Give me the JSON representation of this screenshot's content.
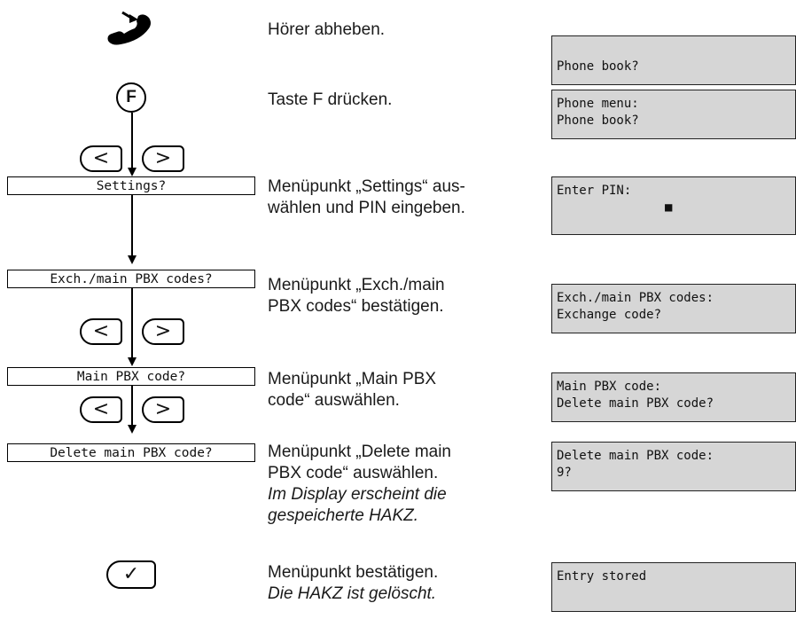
{
  "steps": [
    {
      "text": "Hörer abheben."
    },
    {
      "text": "Taste F drücken."
    },
    {
      "line1": "Menüpunkt „Settings“ aus-",
      "line2": "wählen und PIN eingeben."
    },
    {
      "line1": "Menüpunkt „Exch./main",
      "line2": "PBX codes“ bestätigen."
    },
    {
      "line1": "Menüpunkt „Main PBX",
      "line2": "code“ auswählen."
    },
    {
      "line1": "Menüpunkt „Delete main",
      "line2": "PBX code“ auswählen.",
      "line3": "Im Display erscheint die",
      "line4": "gespeicherte HAKZ."
    },
    {
      "line1": "Menüpunkt bestätigen.",
      "line2": "Die HAKZ ist gelöscht."
    }
  ],
  "menu": {
    "settings": "Settings?",
    "exch": "Exch./main PBX codes?",
    "main_pbx": "Main PBX code?",
    "delete": "Delete main PBX code?"
  },
  "keys": {
    "f": "F",
    "left": "<",
    "right": ">",
    "ok": "✓"
  },
  "displays": [
    {
      "line1": "",
      "line2": "Phone book?"
    },
    {
      "line1": "Phone menu:",
      "line2": "Phone book?"
    },
    {
      "line1": "Enter PIN:",
      "line2": "■"
    },
    {
      "line1": "Exch./main PBX codes:",
      "line2": "Exchange code?"
    },
    {
      "line1": "Main PBX code:",
      "line2": "Delete main PBX code?"
    },
    {
      "line1": "Delete main PBX code:",
      "line2": "9?"
    },
    {
      "line1": "Entry stored",
      "line2": ""
    }
  ]
}
